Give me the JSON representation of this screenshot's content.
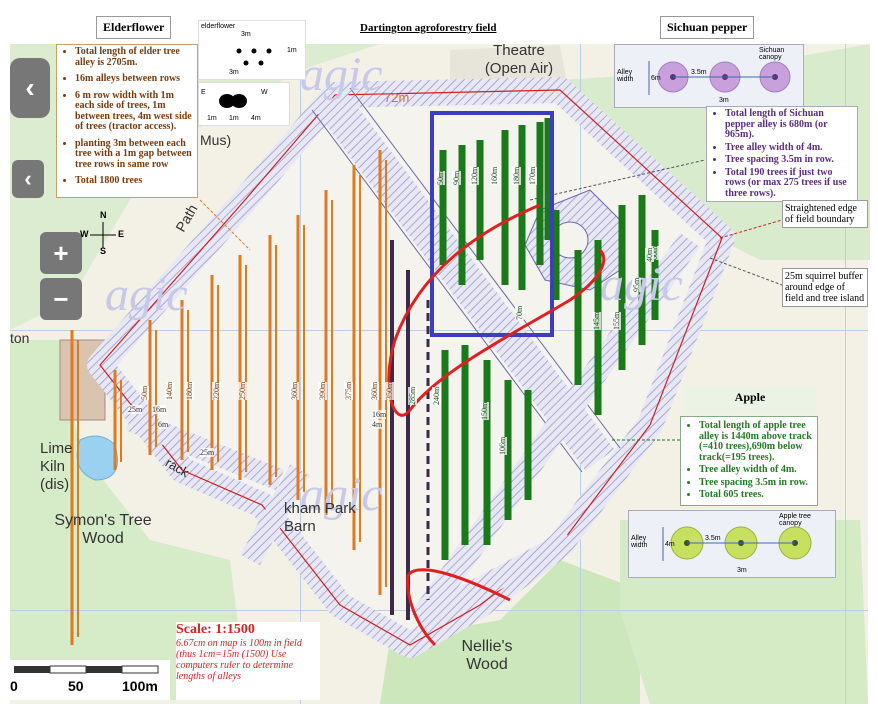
{
  "header": {
    "title": "Dartington agroforestry field",
    "elderflower": "Elderflower",
    "sichuan": "Sichuan pepper",
    "apple": "Apple"
  },
  "elder_notes": [
    "Total length of elder tree alley is 2705m.",
    "16m alleys between rows",
    "6 m row width with 1m each side of trees, 1m between trees, 4m west side of trees (tractor access).",
    "planting 3m between each tree with a 1m gap between tree rows in same row",
    "Total 1800 trees"
  ],
  "elder_diagram": {
    "label": "elderflower",
    "dims": [
      "3m",
      "3m",
      "1m"
    ],
    "compass": [
      "E",
      "W"
    ],
    "spacing": [
      "1m",
      "1m",
      "4m"
    ]
  },
  "sichuan_notes": [
    "Total length of Sichuan pepper alley is 680m (or 965m).",
    "Tree alley width of 4m.",
    "Tree spacing 3.5m in row.",
    "Total 190 trees if just two rows (or max 275 trees if use three rows)."
  ],
  "sichuan_diagram": {
    "canopy": "Sichuan canopy",
    "alley_label": "Alley width",
    "width": "6m",
    "spacing": "3.5m",
    "row": "3m"
  },
  "apple_notes": [
    "Total length of apple tree alley is 1440m above track (=410 trees),690m below track(=195 trees).",
    "Tree alley width of 4m.",
    "Tree spacing 3.5m in row.",
    "Total 605 trees."
  ],
  "apple_diagram": {
    "canopy": "Apple tree canopy",
    "alley_label": "Alley width",
    "width": "4m",
    "spacing": "3.5m",
    "row": "3m"
  },
  "callouts": {
    "boundary": "Straightened edge of field boundary",
    "buffer": "25m squirrel buffer around edge of field and tree island"
  },
  "scale": {
    "title": "Scale: 1:1500",
    "note": "6.67cm on map is 100m in field (thus 1cm=15m (1500) Use computers ruler to determine lengths of alleys",
    "bar": [
      "0",
      "50",
      "100m"
    ]
  },
  "compass": {
    "n": "N",
    "s": "S",
    "e": "E",
    "w": "W"
  },
  "map_labels": {
    "theatre": "Theatre (Open Air)",
    "elev": "72m",
    "mus": "Mus)",
    "path": "Path",
    "limekiln": "Lime Kiln (dis)",
    "symons": "Symon's Tree Wood",
    "kham": "kham Park Barn",
    "nellie": "Nellie's Wood",
    "ton": "ton",
    "track": "rack"
  },
  "elder_row_labels": [
    "50m",
    "140m",
    "180m",
    "220m",
    "250m",
    "360m",
    "390m",
    "375m",
    "360m",
    "350m"
  ],
  "elder_spacing_labels": [
    "25m",
    "16m",
    "6m",
    "25m",
    "16m",
    "4m"
  ],
  "apple_top_labels": [
    "50m",
    "90m",
    "120m",
    "160m",
    "180m",
    "170m"
  ],
  "apple_right_labels": [
    "60m",
    "95m",
    "70m",
    "145m",
    "155m",
    "40m"
  ],
  "apple_low_labels": [
    "240m",
    "285m",
    "150m",
    "106m"
  ],
  "colors": {
    "elder": "#e07a1f",
    "apple": "#1a7a1a",
    "dark_row": "#3b2a4a",
    "boundary": "#d02020",
    "frame": "#3d3dc0",
    "hatch": "#b0b0d8"
  }
}
